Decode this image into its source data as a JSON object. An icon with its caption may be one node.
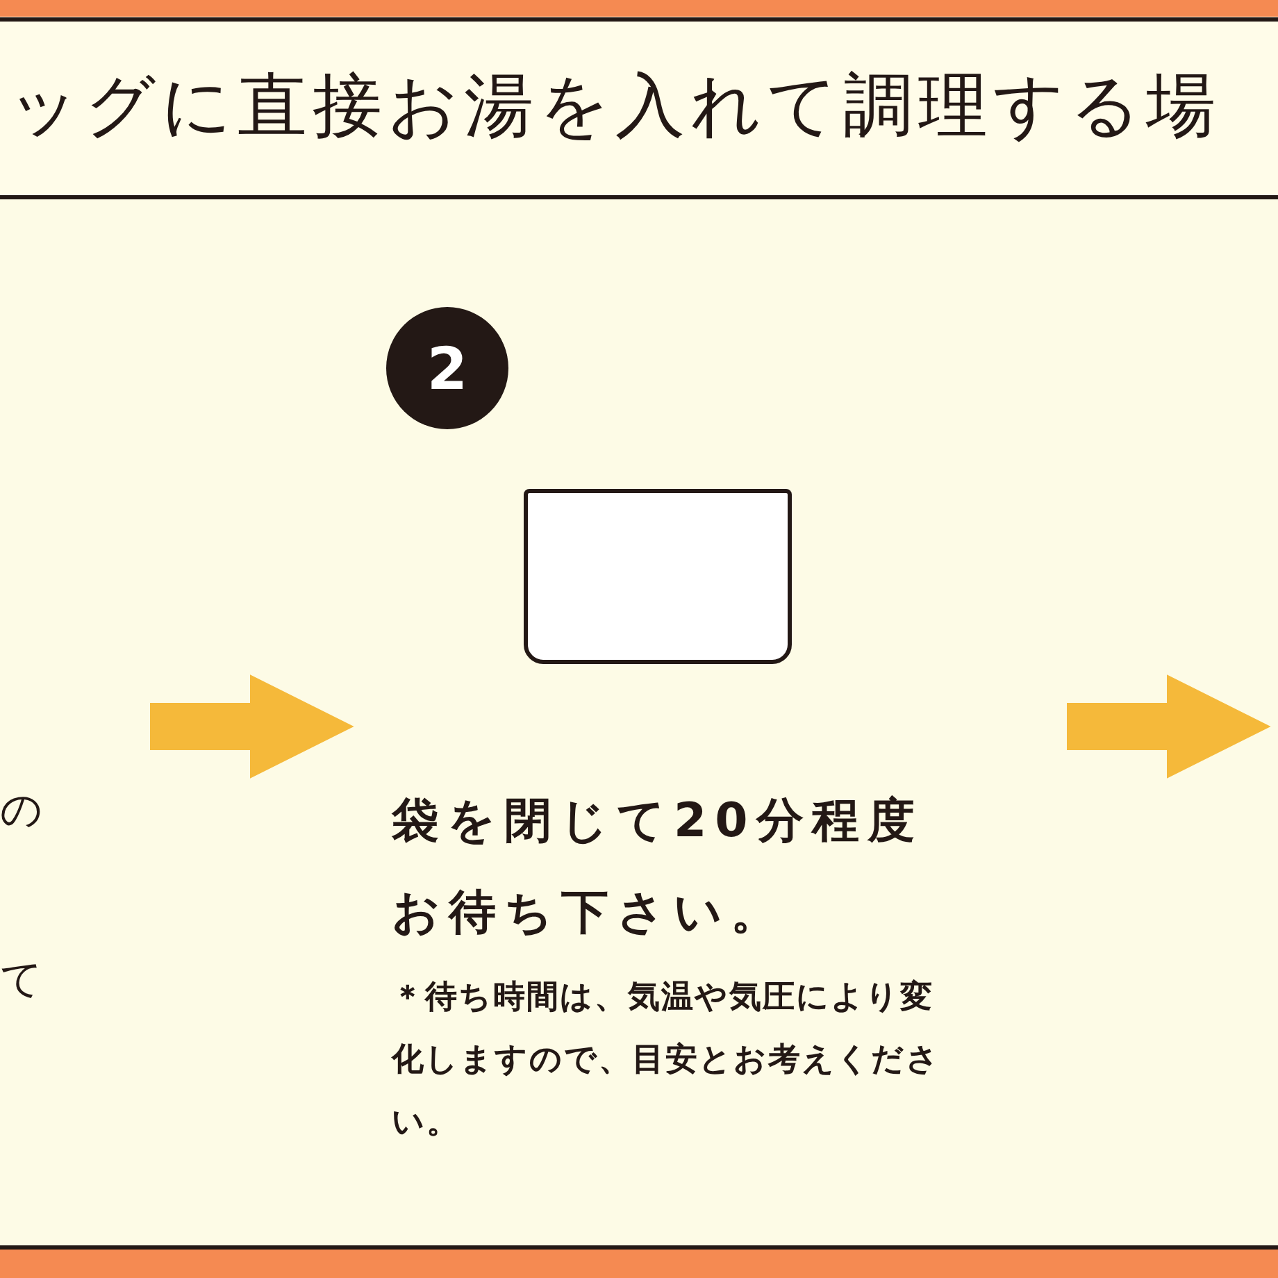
{
  "diagram": {
    "title": "ッグに直接お湯を入れて調理する場",
    "nodes": [
      {
        "text": [
          "2"
        ]
      },
      {
        "text": [],
        "shape": "box"
      }
    ],
    "labels": [
      "の",
      "て",
      "袋を閉じて20分程度お待ち下さい。",
      "＊待ち時間は、気温や気圧により変化しますので、目安とお考えください。"
    ]
  }
}
